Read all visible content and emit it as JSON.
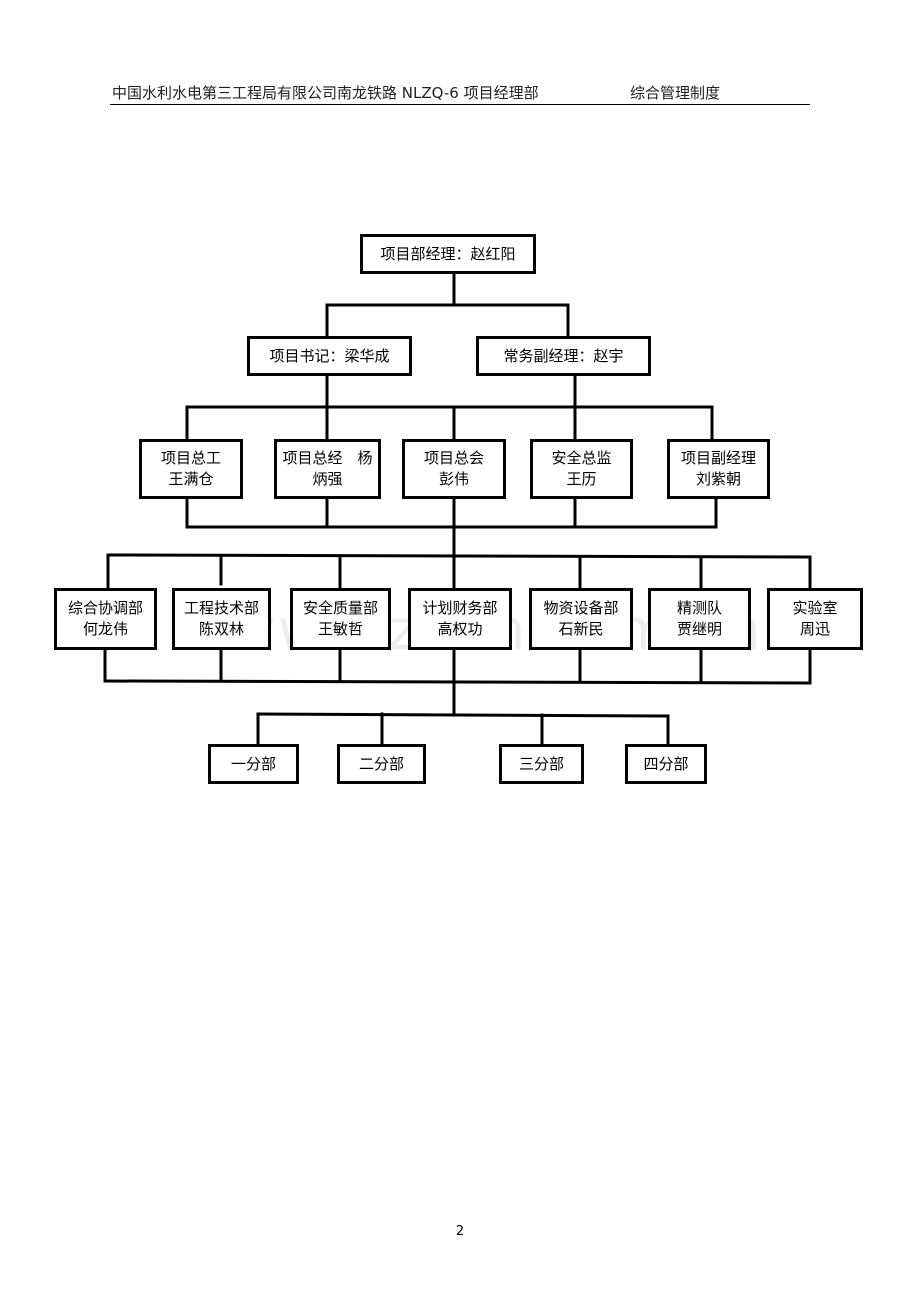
{
  "header": {
    "left": "中国水利水电第三工程局有限公司南龙铁路 NLZQ-6 项目经理部",
    "right": "综合管理制度"
  },
  "org": {
    "manager": "项目部经理：赵红阳",
    "secretary": "项目书记：梁华成",
    "deputy": "常务副经理：赵宇",
    "level3": [
      {
        "l1": "项目总工",
        "l2": "王满仓"
      },
      {
        "l1": "项目总经　杨",
        "l2": "炳强"
      },
      {
        "l1": "项目总会",
        "l2": "彭伟"
      },
      {
        "l1": "安全总监",
        "l2": "王历"
      },
      {
        "l1": "项目副经理",
        "l2": "刘紫朝"
      }
    ],
    "departments": [
      {
        "l1": "综合协调部",
        "l2": "何龙伟"
      },
      {
        "l1": "工程技术部",
        "l2": "陈双林"
      },
      {
        "l1": "安全质量部",
        "l2": "王敏哲"
      },
      {
        "l1": "计划财务部",
        "l2": "高权功"
      },
      {
        "l1": "物资设备部",
        "l2": "石新民"
      },
      {
        "l1": "精测队",
        "l2": "贾继明"
      },
      {
        "l1": "实验室",
        "l2": "周迅"
      }
    ],
    "branches": [
      "一分部",
      "二分部",
      "三分部",
      "四分部"
    ]
  },
  "watermark": "www.zixin.com.cn",
  "page_number": "2"
}
